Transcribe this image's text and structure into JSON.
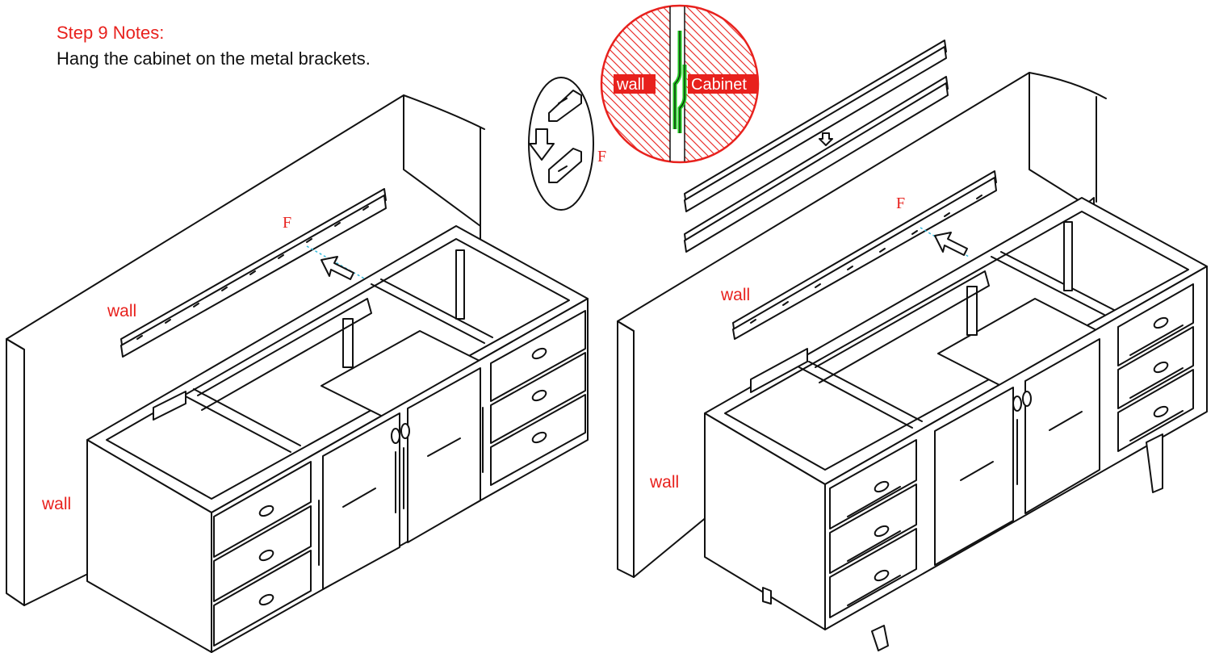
{
  "notes": {
    "heading": "Step 9 Notes:",
    "instruction": "Hang the cabinet on the metal brackets."
  },
  "labels": {
    "wall": "wall",
    "bracket": "F",
    "cabinet": "Cabinet"
  },
  "colors": {
    "annotation_red": "#e8211d",
    "hatch_red": "#e8211d",
    "bracket_green": "#22cc22",
    "guide_cyan": "#33bbdd",
    "line": "#111111"
  }
}
